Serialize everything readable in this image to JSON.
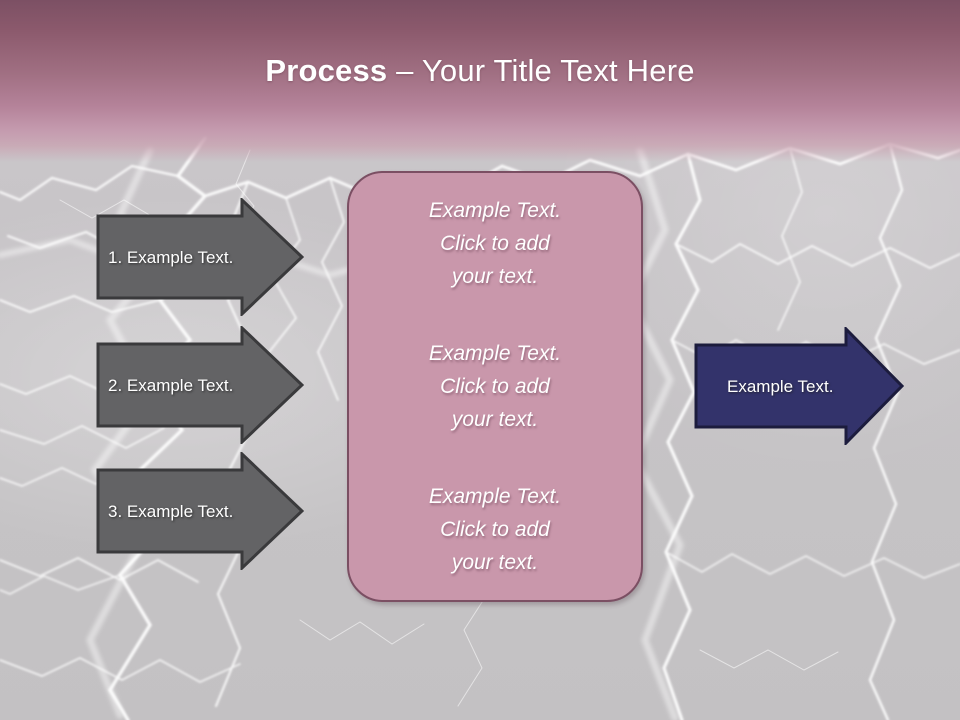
{
  "slide": {
    "title_bold": "Process",
    "title_rest": " – Your Title Text Here",
    "background_color": "#c6c4c6",
    "header_color_top": "#7c5064",
    "header_color_bottom": "#c49aae"
  },
  "input_arrows": [
    {
      "label": "1. Example Text.",
      "fill": "#636365",
      "stroke": "#3a3a3c",
      "text_color": "#ffffff"
    },
    {
      "label": "2. Example Text.",
      "fill": "#636365",
      "stroke": "#3a3a3c",
      "text_color": "#ffffff"
    },
    {
      "label": "3. Example Text.",
      "fill": "#636365",
      "stroke": "#3a3a3c",
      "text_color": "#ffffff"
    }
  ],
  "panel": {
    "fill": "#c997ab",
    "border": "#7b4f63",
    "blocks": [
      "Example Text.\nClick  to add\nyour text.",
      "Example Text.\nClick  to add\nyour text.",
      "Example Text.\nClick  to add\nyour text."
    ]
  },
  "output_arrow": {
    "label": "Example Text.",
    "fill": "#33336b",
    "stroke": "#1c1c3d",
    "text_color": "#ffffff"
  }
}
